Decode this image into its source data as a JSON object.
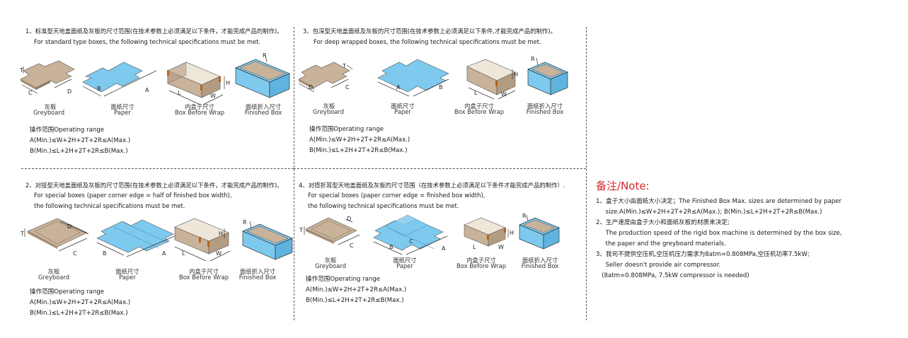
{
  "sections": [
    {
      "heading_cn": "1、标准型天地盖面纸及灰板的尺寸范围(在技术参数上必须满足以下条件，才能完成产品的制作)。",
      "heading_en": [
        "For standard type boxes, the following technical specifications must be met."
      ],
      "captions": [
        [
          "灰板",
          "Greyboard"
        ],
        [
          "面纸尺寸",
          "Paper"
        ],
        [
          "内盒子尺寸",
          "Box Before Wrap"
        ],
        [
          "面纸折入尺寸",
          "Finished Box"
        ]
      ],
      "range_title": "操作范围Operating range",
      "range_a": "A(Min.)≤W+2H+2T+2R≤A(Max.)",
      "range_b": "B(Min.)≤L+2H+2T+2R≤B(Max.)"
    },
    {
      "heading_cn": "2、对接型天地盖面纸及灰板的尺寸范围(在技术参数上必须满足以下条件，才能完成产品的制作)。",
      "heading_en": [
        "For special boxes (paper corner edge = half of finished box width),",
        "the following technical specifications must be met."
      ],
      "captions": [
        [
          "灰板",
          "Greyboard"
        ],
        [
          "面纸尺寸",
          "Paper"
        ],
        [
          "内盒子尺寸",
          "Box Before Wrap"
        ],
        [
          "面纸折入尺寸",
          "Finished Box"
        ]
      ],
      "range_title": "操作范围Operating range",
      "range_a": "A(Min.)≤W+2H+2T+2R≤A(Max.)",
      "range_b": "B(Min.)≤L+2H+2T+2R≤B(Max.)"
    },
    {
      "heading_cn": "3、包深型天地盖面纸及灰板的尺寸范围(在技术参数上必须满足以下条件,才能完成产品的制作)。",
      "heading_en": [
        "For deep wrapped boxes, the following technical specifications must be met."
      ],
      "captions": [
        [
          "灰板",
          "Greyboard"
        ],
        [
          "面纸尺寸",
          "Paper"
        ],
        [
          "内盒子尺寸",
          "Box Before Wrap"
        ],
        [
          "面纸折入尺寸",
          "Finished Box"
        ]
      ],
      "range_title": "操作范围Operating range",
      "range_a": "A(Min.)≤W+2H+2T+2R≤A(Max.)",
      "range_b": "B(Min.)≤L+2H+2T+2R≤B(Max.)"
    },
    {
      "heading_cn": "4、对搭折耳型天地盖面纸及灰板的尺寸范围（在技术参数上必须满足以下条件才能完成产品的制作）.",
      "heading_en": [
        "For special boxes (paper corner edge = finished box width),",
        "the following technical specifications must be met."
      ],
      "captions": [
        [
          "灰板",
          "Greyboard"
        ],
        [
          "面纸尺寸",
          "Paper"
        ],
        [
          "内盒子尺寸",
          "Box Before Wrap"
        ],
        [
          "面纸折入尺寸",
          "Finished Box"
        ]
      ],
      "range_title": "操作范围Operating range",
      "range_a": "A(Min.)≤W+2H+2T+2R≤A(Max.)",
      "range_b": "B(Min.)≤L+2H+2T+2R≤B(Max.)"
    }
  ],
  "dim_letters": {
    "T": "T",
    "C": "C",
    "D": "D",
    "B": "B",
    "A": "A",
    "L": "L",
    "W": "W",
    "H": "H",
    "R": "R"
  },
  "note": {
    "title": "备注/Note:",
    "lines": [
      "1、盒子大小由面纸大小决定；The Finished Box Max. sizes are determined by paper",
      "     size.A(Min.)≤W+2H+2T+2R≤A(Max.); B(Min.)≤L+2H+2T+2R≤B(Max.)",
      "2、生产速度由盒子大小和面纸灰板的材质来决定;",
      "     The production speed of the rigid box machine is determined by the box size,",
      "     the paper and the greyboard materials.",
      "3、我司不提供空压机,空压机压力需求为8atm=0.808MPa,空压机功率7.5kW;",
      "     Seller doesn't provide air compressor.",
      "   (8atm=0.808MPa, 7.5kW compressor is needed)"
    ]
  },
  "colors": {
    "greyboard": "#c8b29a",
    "paper": "#7ec9ee",
    "box_side": "#c8b29a",
    "accent": "#d8262c",
    "tape": "#b5651d"
  }
}
